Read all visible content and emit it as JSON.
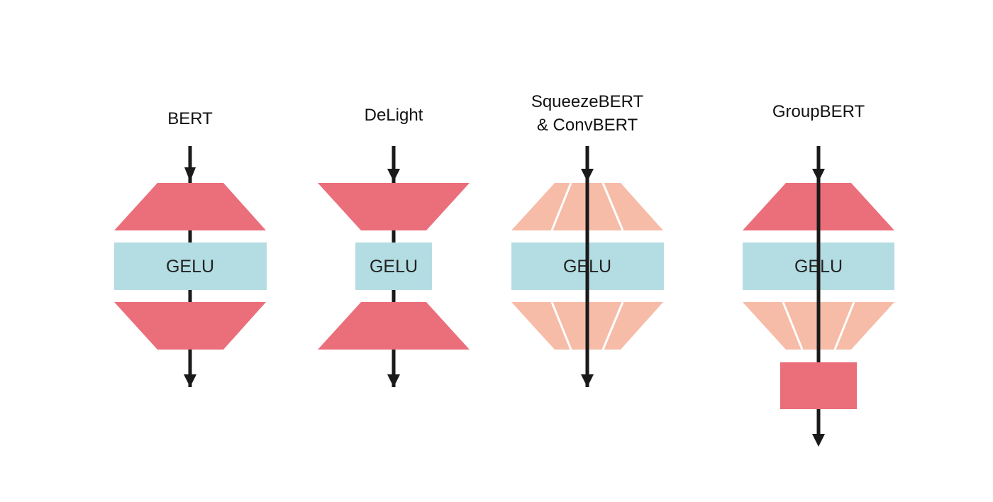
{
  "colors": {
    "dense": "#EB6E7B",
    "grouped": "#F6BCA8",
    "gelu": "#B4DDE3",
    "arrow": "#1a1a1a",
    "background": "#ffffff"
  },
  "panels": [
    {
      "id": "bert",
      "title_lines": [
        "BERT"
      ],
      "gelu_label": "GELU"
    },
    {
      "id": "delight",
      "title_lines": [
        "DeLight"
      ],
      "gelu_label": "GELU"
    },
    {
      "id": "squeezebert",
      "title_lines": [
        "SqueezeBERT",
        "& ConvBERT"
      ],
      "gelu_label": "GELU"
    },
    {
      "id": "groupbert",
      "title_lines": [
        "GroupBERT"
      ],
      "gelu_label": "GELU"
    }
  ]
}
